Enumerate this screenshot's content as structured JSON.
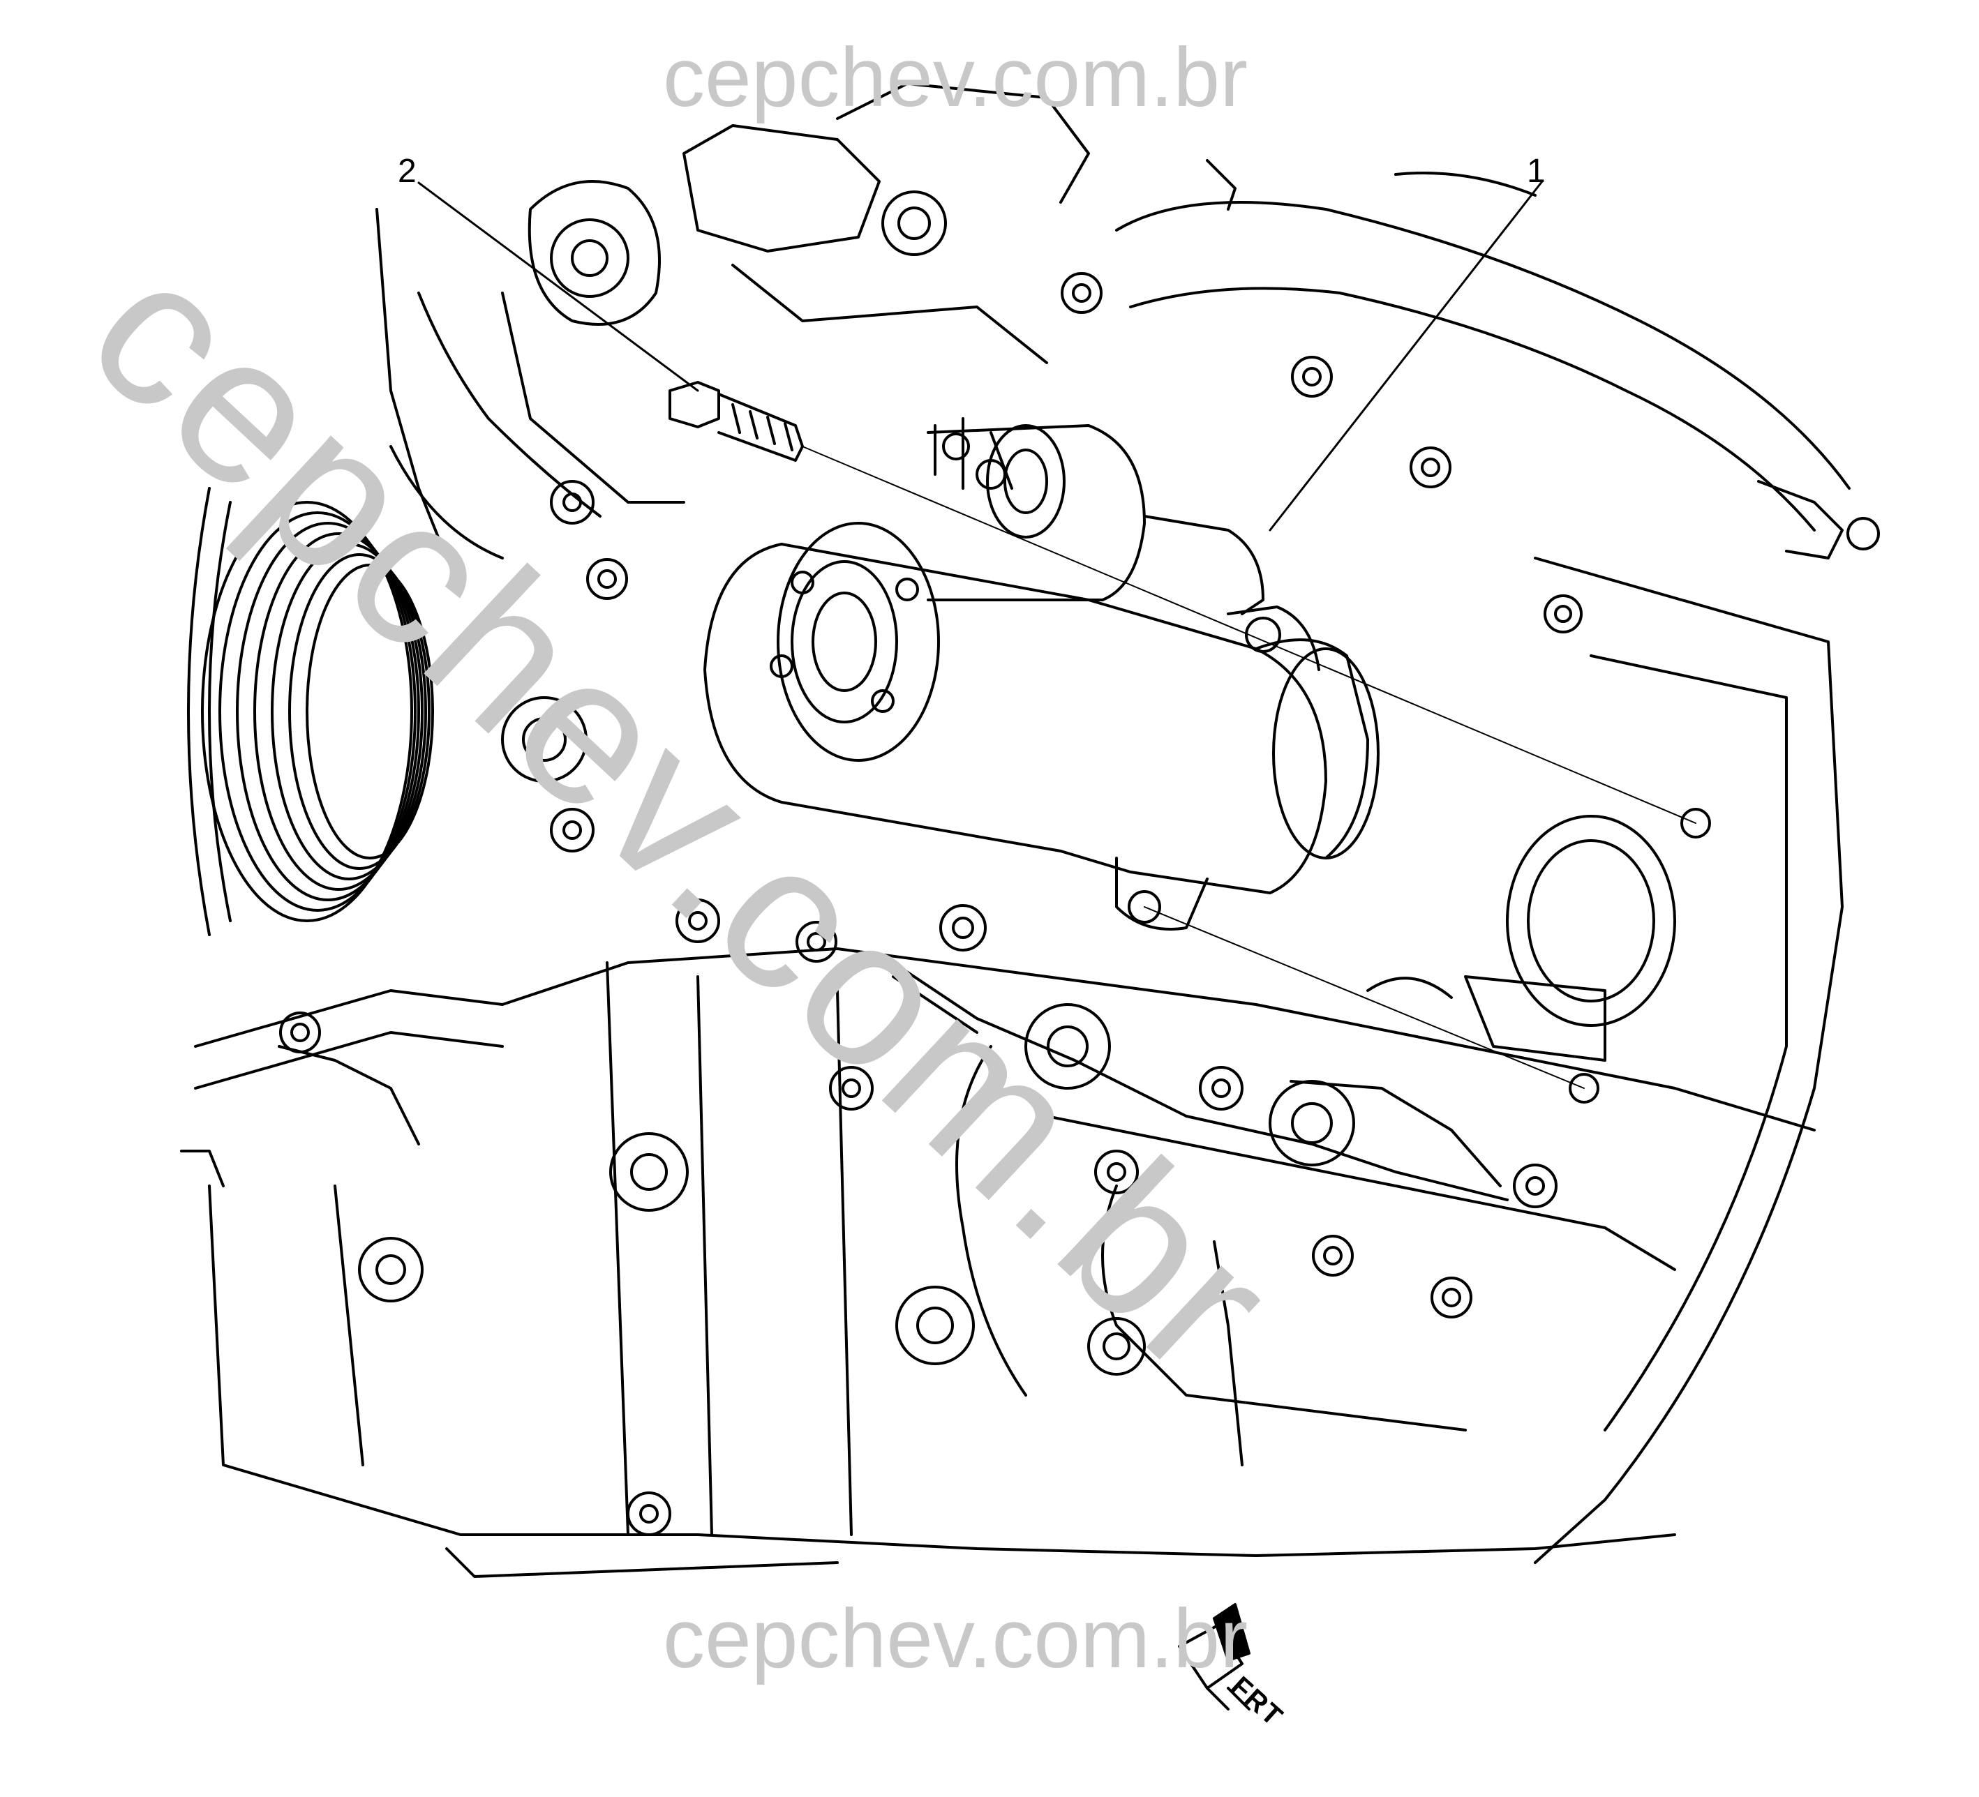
{
  "watermark": {
    "top": "cepchev.com.br",
    "bottom": "cepchev.com.br",
    "diagonal": "cepchev.com.br"
  },
  "callouts": {
    "item_1": "1",
    "item_2": "2"
  },
  "direction_indicator": {
    "label": "FRT",
    "icon": "front-arrow-icon"
  },
  "colors": {
    "line": "#000000",
    "background": "#ffffff",
    "watermark": "#c8c8c8"
  }
}
